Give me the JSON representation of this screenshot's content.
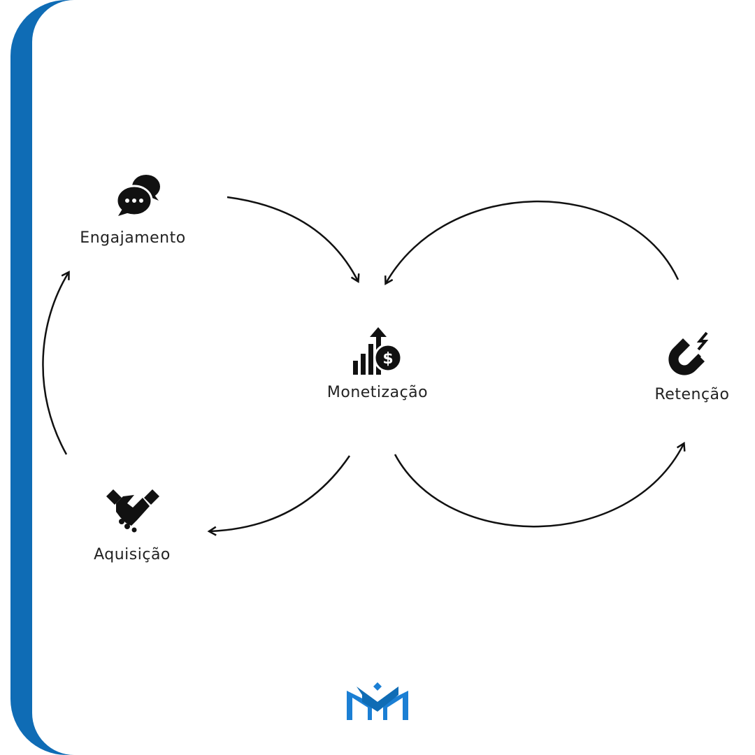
{
  "nodes": {
    "engagement": {
      "label": "Engajamento",
      "icon": "chat-bubbles-icon"
    },
    "monetization": {
      "label": "Monetização",
      "icon": "growth-dollar-icon"
    },
    "retention": {
      "label": "Retenção",
      "icon": "magnet-icon"
    },
    "acquisition": {
      "label": "Aquisição",
      "icon": "handshake-icon"
    }
  },
  "colors": {
    "accent": "#0f6cb5",
    "logo": "#1b7fd4",
    "ink": "#111111"
  }
}
